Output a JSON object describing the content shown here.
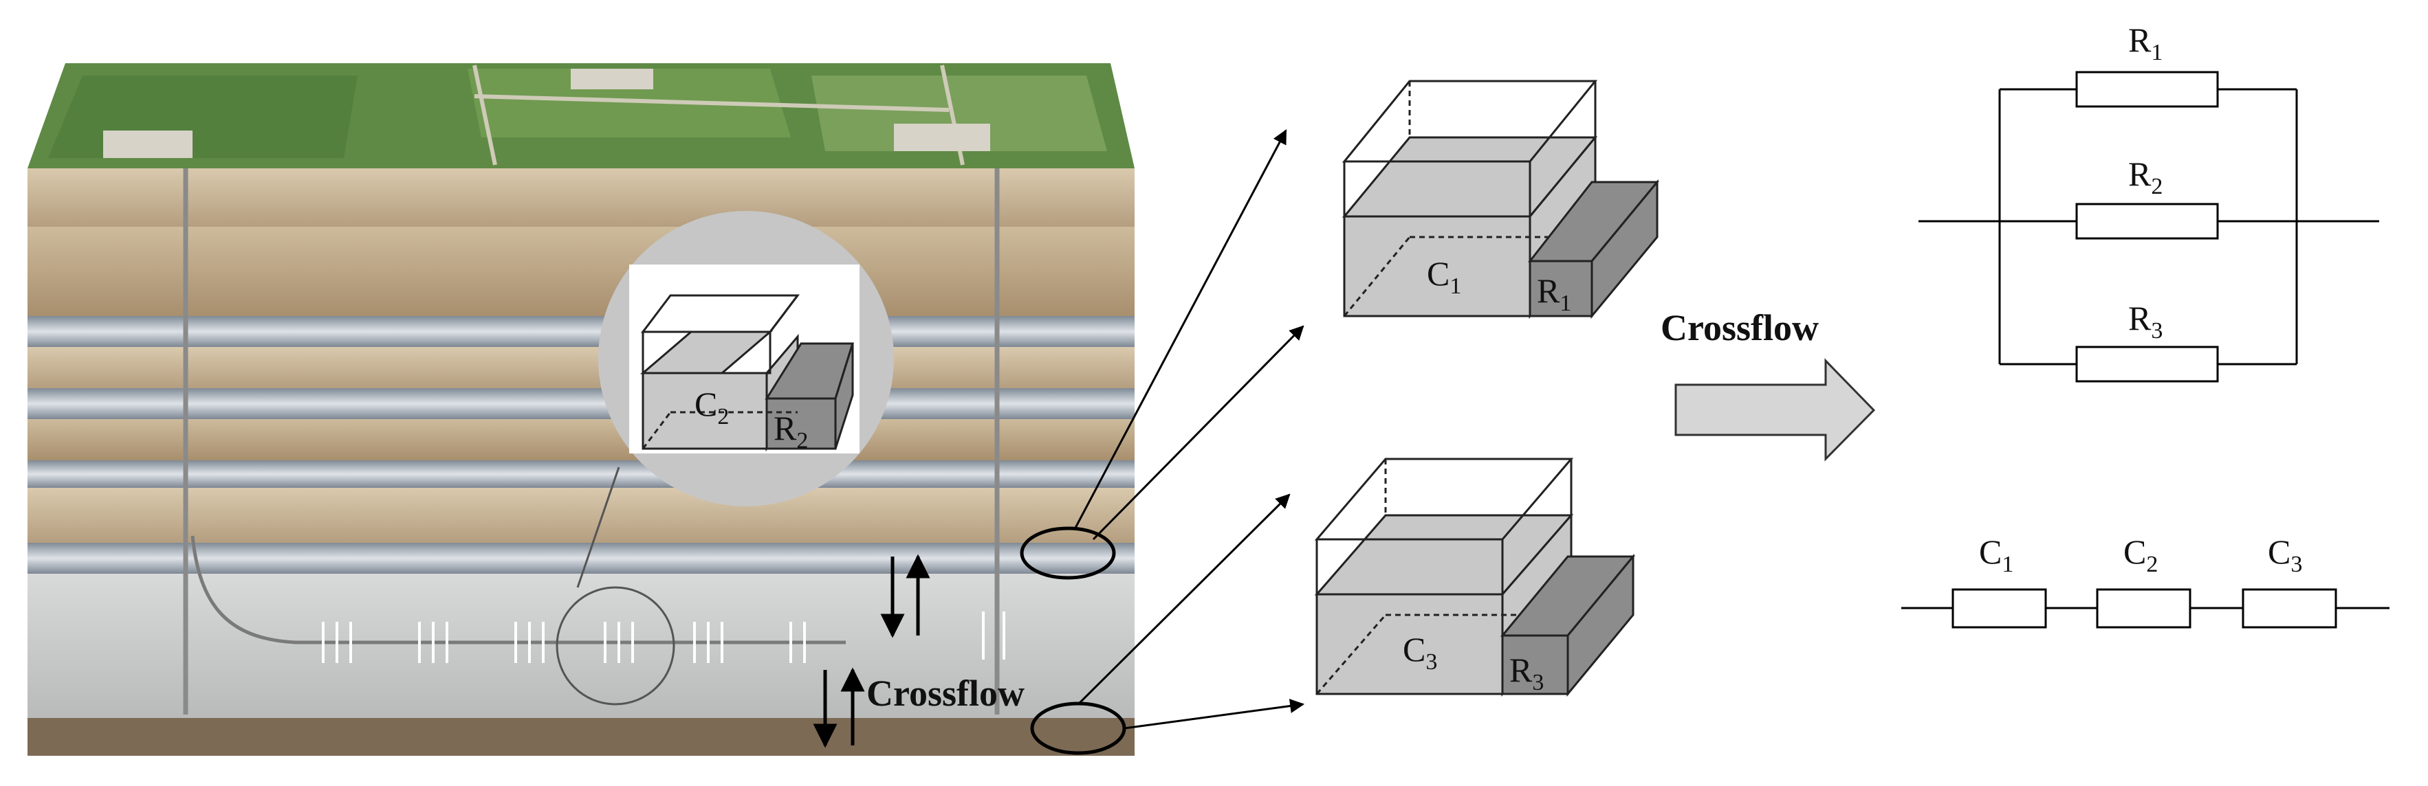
{
  "labels": {
    "crossflow_inside": "Crossflow",
    "crossflow_arrow": "Crossflow",
    "inset_c": "C",
    "inset_c_sub": "2",
    "inset_r": "R",
    "inset_r_sub": "2",
    "box1_c": "C",
    "box1_c_sub": "1",
    "box1_r": "R",
    "box1_r_sub": "1",
    "box3_c": "C",
    "box3_c_sub": "3",
    "box3_r": "R",
    "box3_r_sub": "3",
    "res1": "R",
    "res1_sub": "1",
    "res2": "R",
    "res2_sub": "2",
    "res3": "R",
    "res3_sub": "3",
    "cap1": "C",
    "cap1_sub": "1",
    "cap2": "C",
    "cap2_sub": "2",
    "cap3": "C",
    "cap3_sub": "3"
  },
  "colors": {
    "grass": "#5f8a45",
    "soil": "#c8b497",
    "shale": "#9aa3ad",
    "reservoir": "#c9cacb",
    "box_fill": "#c8c8c8",
    "box_dark": "#8c8c8c",
    "arrow_fill": "#d6d6d6"
  }
}
